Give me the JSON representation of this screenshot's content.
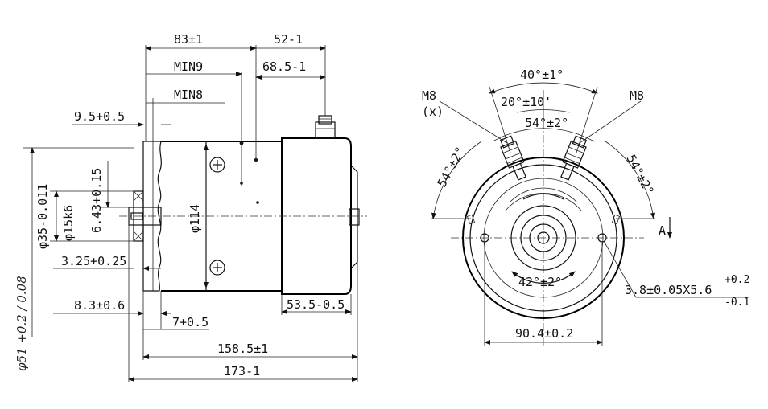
{
  "side_view": {
    "dims": {
      "d83": "83±1",
      "d52": "52-1",
      "min9": "MIN9",
      "d68": "68.5-1",
      "min8": "MIN8",
      "d9_5": "9.5+0.5",
      "d6_43": "6.43+0.15",
      "phi15": "φ15k6",
      "phi35": "φ35-0.011",
      "phi114": "φ114",
      "d3_25": "3.25+0.25",
      "d8_3": "8.3±0.6",
      "d53_5": "53.5-0.5",
      "d7": "7+0.5",
      "d158": "158.5±1",
      "d173": "173-1",
      "phi_hand": "φ51 +0.2 / 0.08"
    }
  },
  "end_view": {
    "dims": {
      "m8_left": "M8",
      "m8_left_sub": "(x)",
      "m8_right": "M8",
      "a40": "40°±1°",
      "a20": "20°±10'",
      "a54_top": "54°±2°",
      "a54_left": "54°±2°",
      "a54_right": "54°±2°",
      "a42": "42°±2°",
      "slot": "3.8±0.05X5.6",
      "slot_tol_up": "+0.2",
      "slot_tol_dn": "-0.1",
      "d90": "90.4±0.2",
      "view_a": "A"
    }
  }
}
